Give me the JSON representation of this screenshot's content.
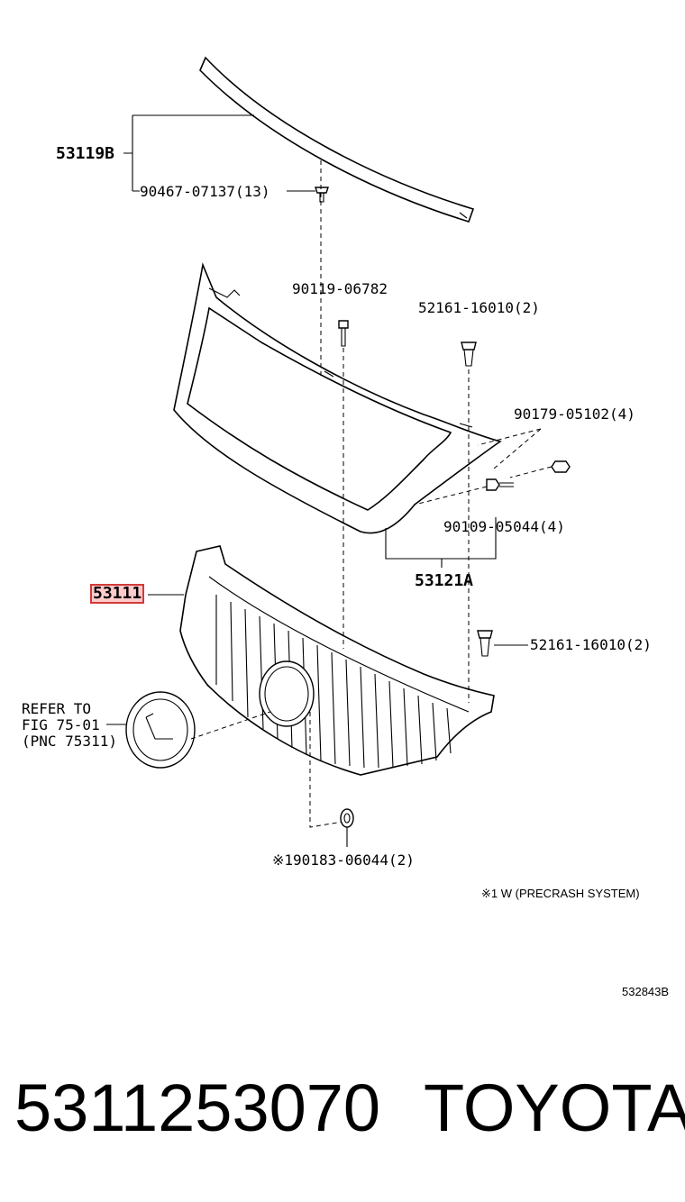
{
  "parts": {
    "p53119b": "53119B",
    "p90467": "90467-07137(13)",
    "p90119": "90119-06782",
    "p52161_top": "52161-16010(2)",
    "p90179": "90179-05102(4)",
    "p90109": "90109-05044(4)",
    "p53121a": "53121A",
    "p53111": "53111",
    "p52161_right": "52161-16010(2)",
    "p90183": "※190183-06044(2)"
  },
  "refer": {
    "line1": "REFER TO",
    "line2": "FIG 75-01",
    "line3": "(PNC 75311)"
  },
  "notes": {
    "precrash": "※1 W (PRECRASH SYSTEM)",
    "diagram_id": "532843B"
  },
  "footer": {
    "part_number": "5311253070",
    "brand": "TOYOTA"
  },
  "colors": {
    "highlight_outline": "#d23a3a",
    "highlight_fill": "#ffa0a0"
  }
}
